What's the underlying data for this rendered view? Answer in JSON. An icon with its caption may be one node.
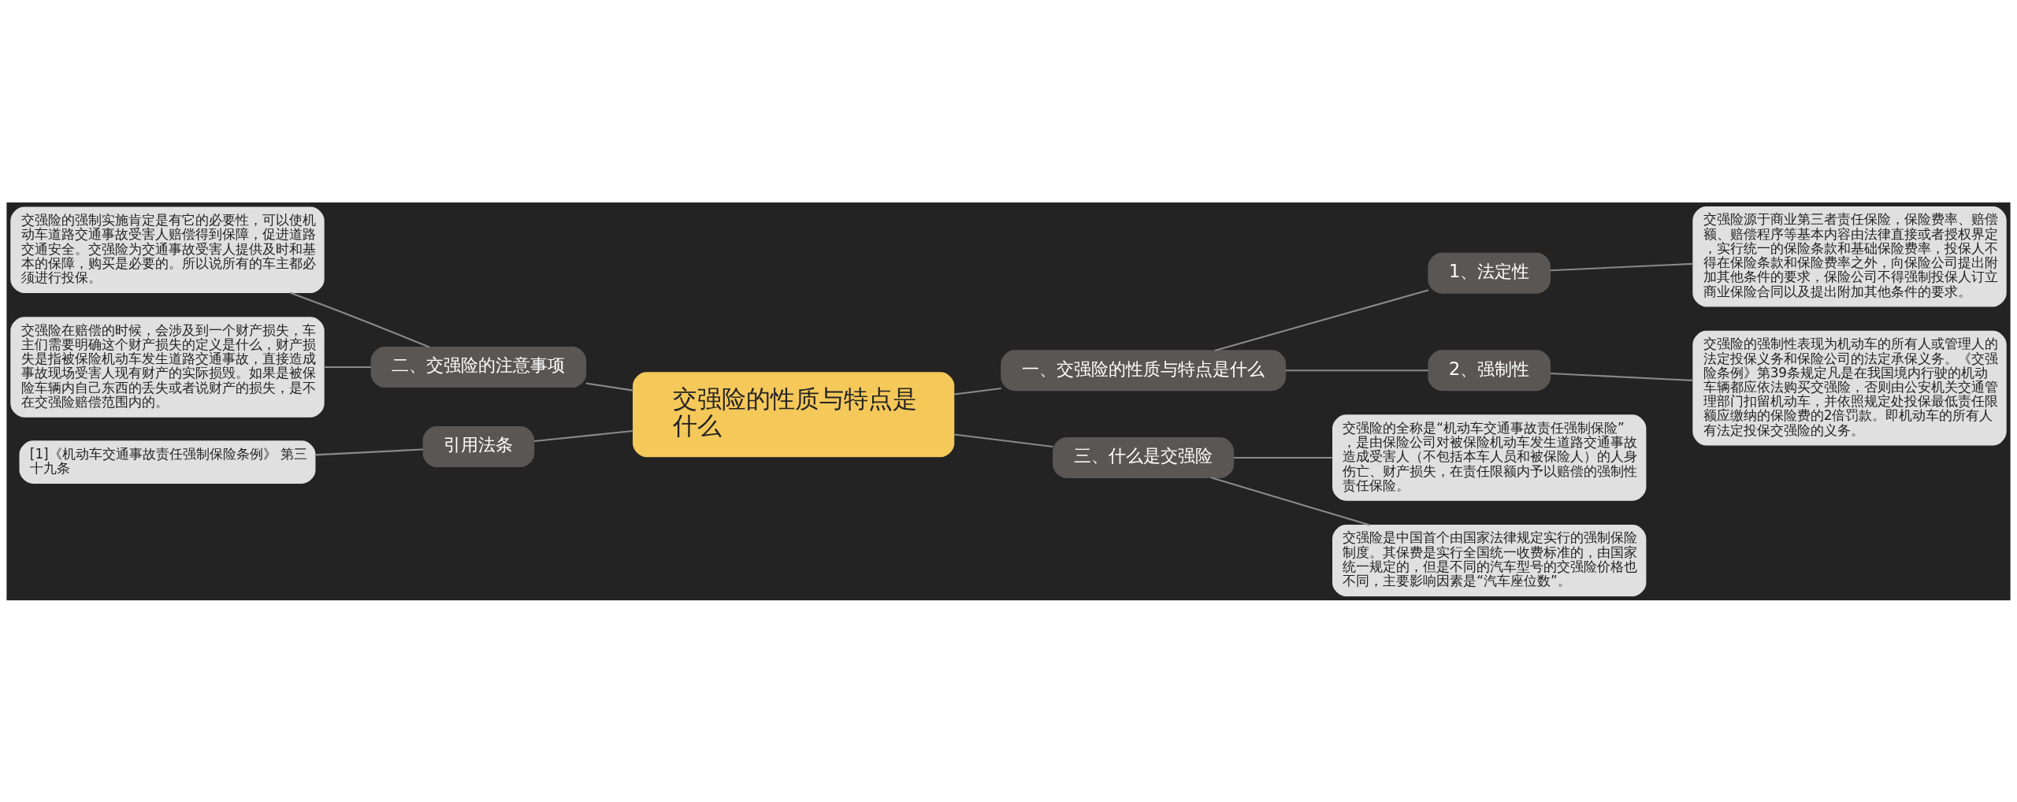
{
  "diagram": {
    "nodes": [
      {
        "text": [
          "交强险的性质与特点是什么"
        ]
      },
      {
        "text": [
          "一、交强险的性质与特点是什么"
        ]
      },
      {
        "text": [
          "1、法定性"
        ]
      },
      {
        "text": [
          "交强险源于商业第三者责任保险，保险费率、赔偿额、赔偿程序等基本内容由法律直接或者授权界定，实行统一的保险条款和基础保险费率，投保人不得在保险条款和保险费率之外，向保险公司提出附加其他条件的要求，保险公司不得强制投保人订立商业保险合同以及提出附加其他条件的要求。"
        ]
      },
      {
        "text": [
          "2、强制性"
        ]
      },
      {
        "text": [
          "交强险的强制性表现为机动车的所有人或管理人的法定投保义务和保险公司的法定承保义务。《交强险条例》第39条规定凡是在我国境内行驶的机动车辆都应依法购买交强险，否则由公安机关交通管理部门扣留机动车，并依照规定处投保最低责任限额应缴纳的保险费的2倍罚款。即机动车的所有人有法定投保交强险的义务。"
        ]
      },
      {
        "text": [
          "三、什么是交强险"
        ]
      },
      {
        "text": [
          "交强险的全称是“机动车交通事故责任强制保险”，是由保险公司对被保险机动车发生道路交通事故造成受害人（不包括本车人员和被保险人）的人身伤亡、财产损失，在责任限额内予以赔偿的强制性责任保险。"
        ]
      },
      {
        "text": [
          "交强险是中国首个由国家法律规定实行的强制保险制度。其保费是实行全国统一收费标准的，由国家统一规定的，但是不同的汽车型号的交强险价格也不同，主要影响因素是“汽车座位数”。"
        ]
      },
      {
        "text": [
          "二、交强险的注意事项"
        ]
      },
      {
        "text": [
          "交强险的强制实施肯定是有它的必要性，可以使机动车道路交通事故受害人赔偿得到保障，促进道路交通安全。交强险为交通事故受害人提供及时和基本的保障，购买是必要的。所以说所有的车主都必须进行投保。"
        ]
      },
      {
        "text": [
          "交强险在赔偿的时候，会涉及到一个财产损失，车主们需要明确这个财产损失的定义是什么，财产损失是指被保险机动车发生道路交通事故，直接造成事故现场受害人现有财产的实际损毁。如果是被保险车辆内自己东西的丢失或者说财产的损失，是不在交强险赔偿范围内的。"
        ]
      },
      {
        "text": [
          "引用法条"
        ]
      },
      {
        "text": [
          "[1]《机动车交通事故责任强制保险条例》 第三十九条"
        ]
      }
    ],
    "edges": [
      {
        "from": 0,
        "to": 1,
        "arrow": "none"
      },
      {
        "from": 1,
        "to": 2,
        "arrow": "none"
      },
      {
        "from": 2,
        "to": 3,
        "arrow": "none"
      },
      {
        "from": 1,
        "to": 4,
        "arrow": "none"
      },
      {
        "from": 4,
        "to": 5,
        "arrow": "none"
      },
      {
        "from": 0,
        "to": 6,
        "arrow": "none"
      },
      {
        "from": 6,
        "to": 7,
        "arrow": "none"
      },
      {
        "from": 6,
        "to": 8,
        "arrow": "none"
      },
      {
        "from": 0,
        "to": 9,
        "arrow": "none"
      },
      {
        "from": 9,
        "to": 10,
        "arrow": "none"
      },
      {
        "from": 9,
        "to": 11,
        "arrow": "none"
      },
      {
        "from": 0,
        "to": 12,
        "arrow": "none"
      },
      {
        "from": 12,
        "to": 13,
        "arrow": "none"
      }
    ]
  }
}
